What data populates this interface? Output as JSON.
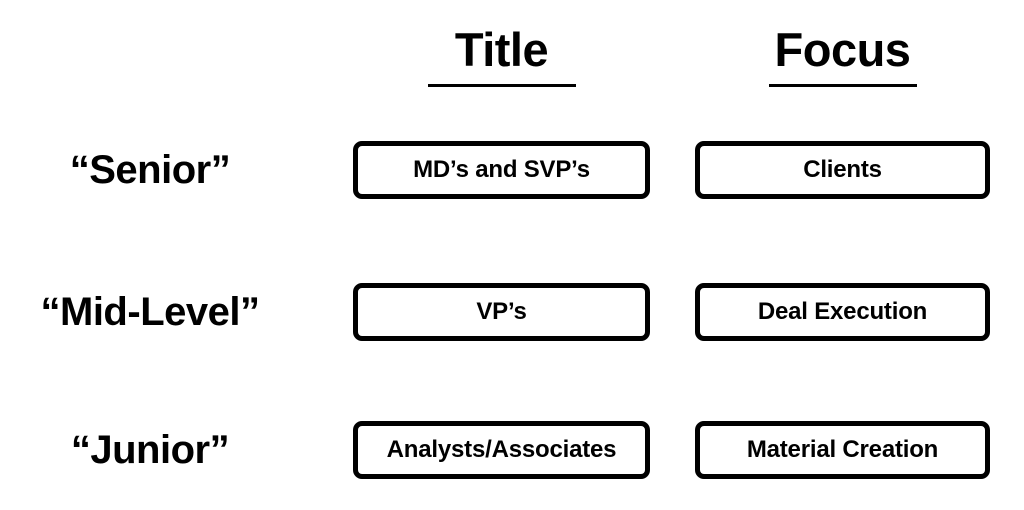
{
  "columns": [
    {
      "id": "title",
      "label": "Title"
    },
    {
      "id": "focus",
      "label": "Focus"
    }
  ],
  "rows": [
    {
      "id": "senior",
      "label": "“Senior”",
      "title": "MD’s and SVP’s",
      "focus": "Clients"
    },
    {
      "id": "mid-level",
      "label": "“Mid-Level”",
      "title": "VP’s",
      "focus": "Deal Execution"
    },
    {
      "id": "junior",
      "label": "“Junior”",
      "title": "Analysts/Associates",
      "focus": "Material Creation"
    }
  ],
  "colors": {
    "background": "#ffffff",
    "foreground": "#000000",
    "border": "#000000"
  }
}
